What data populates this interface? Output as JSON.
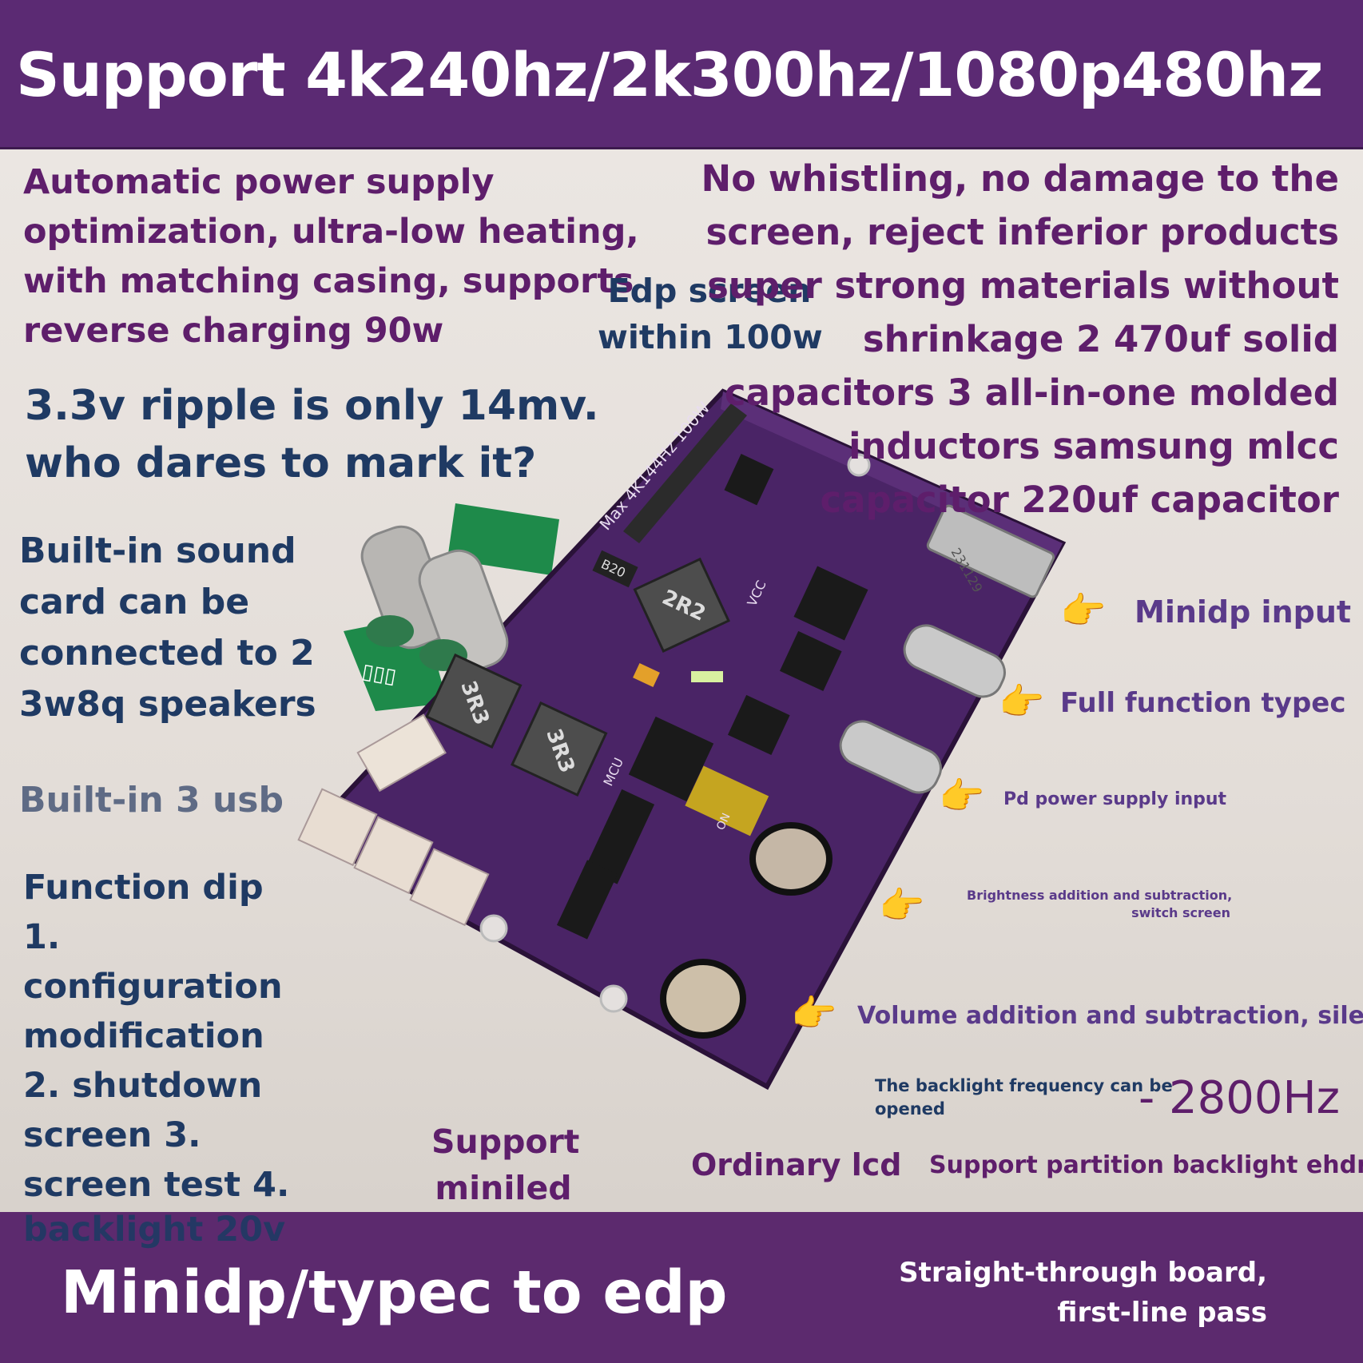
{
  "title": "Support 4k240hz/2k300hz/1080p480hz",
  "left_top": {
    "line1": "Automatic power supply",
    "line2": "optimization, ultra-low heating,",
    "line3": "with matching casing, supports",
    "line4": "reverse charging 90w"
  },
  "center_top": {
    "line1": "Edp screen",
    "line2": "within 100w"
  },
  "right_top": {
    "line1": "No whistling, no damage to the",
    "line2": "screen, reject inferior products",
    "line3": "super strong materials without",
    "line4": "shrinkage 2 470uf solid",
    "line5": "capacitors 3 all-in-one molded",
    "line6": "inductors samsung mlcc",
    "line7": "capacitor 220uf capacitor"
  },
  "ripple": {
    "line1": "3.3v ripple is only 14mv.",
    "line2": "who dares to mark it?"
  },
  "sound": {
    "line1": "Built-in sound",
    "line2": "card can be",
    "line3": "connected to 2",
    "line4": "3w8q speakers"
  },
  "usb": "Built-in 3 usb",
  "dip": {
    "line1": "Function dip",
    "line2": "1.",
    "line3": "configuration",
    "line4": "modification",
    "line5": "2. shutdown",
    "line6": "screen 3.",
    "line7": "screen test 4.",
    "line8": "backlight 20v"
  },
  "callouts": {
    "minidp": "Minidp input",
    "typec": "Full function typec",
    "pd": "Pd power supply input",
    "brightness1": "Brightness addition and subtraction,",
    "brightness2": "switch screen",
    "volume": "Volume addition and subtraction, silent",
    "backlight1": "The backlight frequency can be",
    "backlight2": "opened",
    "freq": "- 2800Hz"
  },
  "bottom_row": {
    "support1": "Support",
    "support2": "miniled",
    "lcd": "Ordinary lcd",
    "partition": "Support partition backlight ehdr"
  },
  "footer": {
    "main": "Minidp/typec to edp",
    "note1": "Straight-through board,",
    "note2": "first-line pass"
  },
  "board": {
    "silk_main": "Max 4K144Hz 100W",
    "l_2r2": "2R2",
    "l_3r3a": "3R3",
    "l_3r3b": "3R3",
    "l_b20": "B20",
    "l_vcc": "VCC",
    "l_mcu": "MCU",
    "l_on": "ON",
    "l_ic": "231129"
  },
  "icons": [
    "hand-pointing-right-icon"
  ],
  "colors": {
    "brand_purple": "#5b2a73",
    "text_purple": "#5e1e6b",
    "text_navy": "#1f3a63",
    "board": "#4a2466"
  }
}
